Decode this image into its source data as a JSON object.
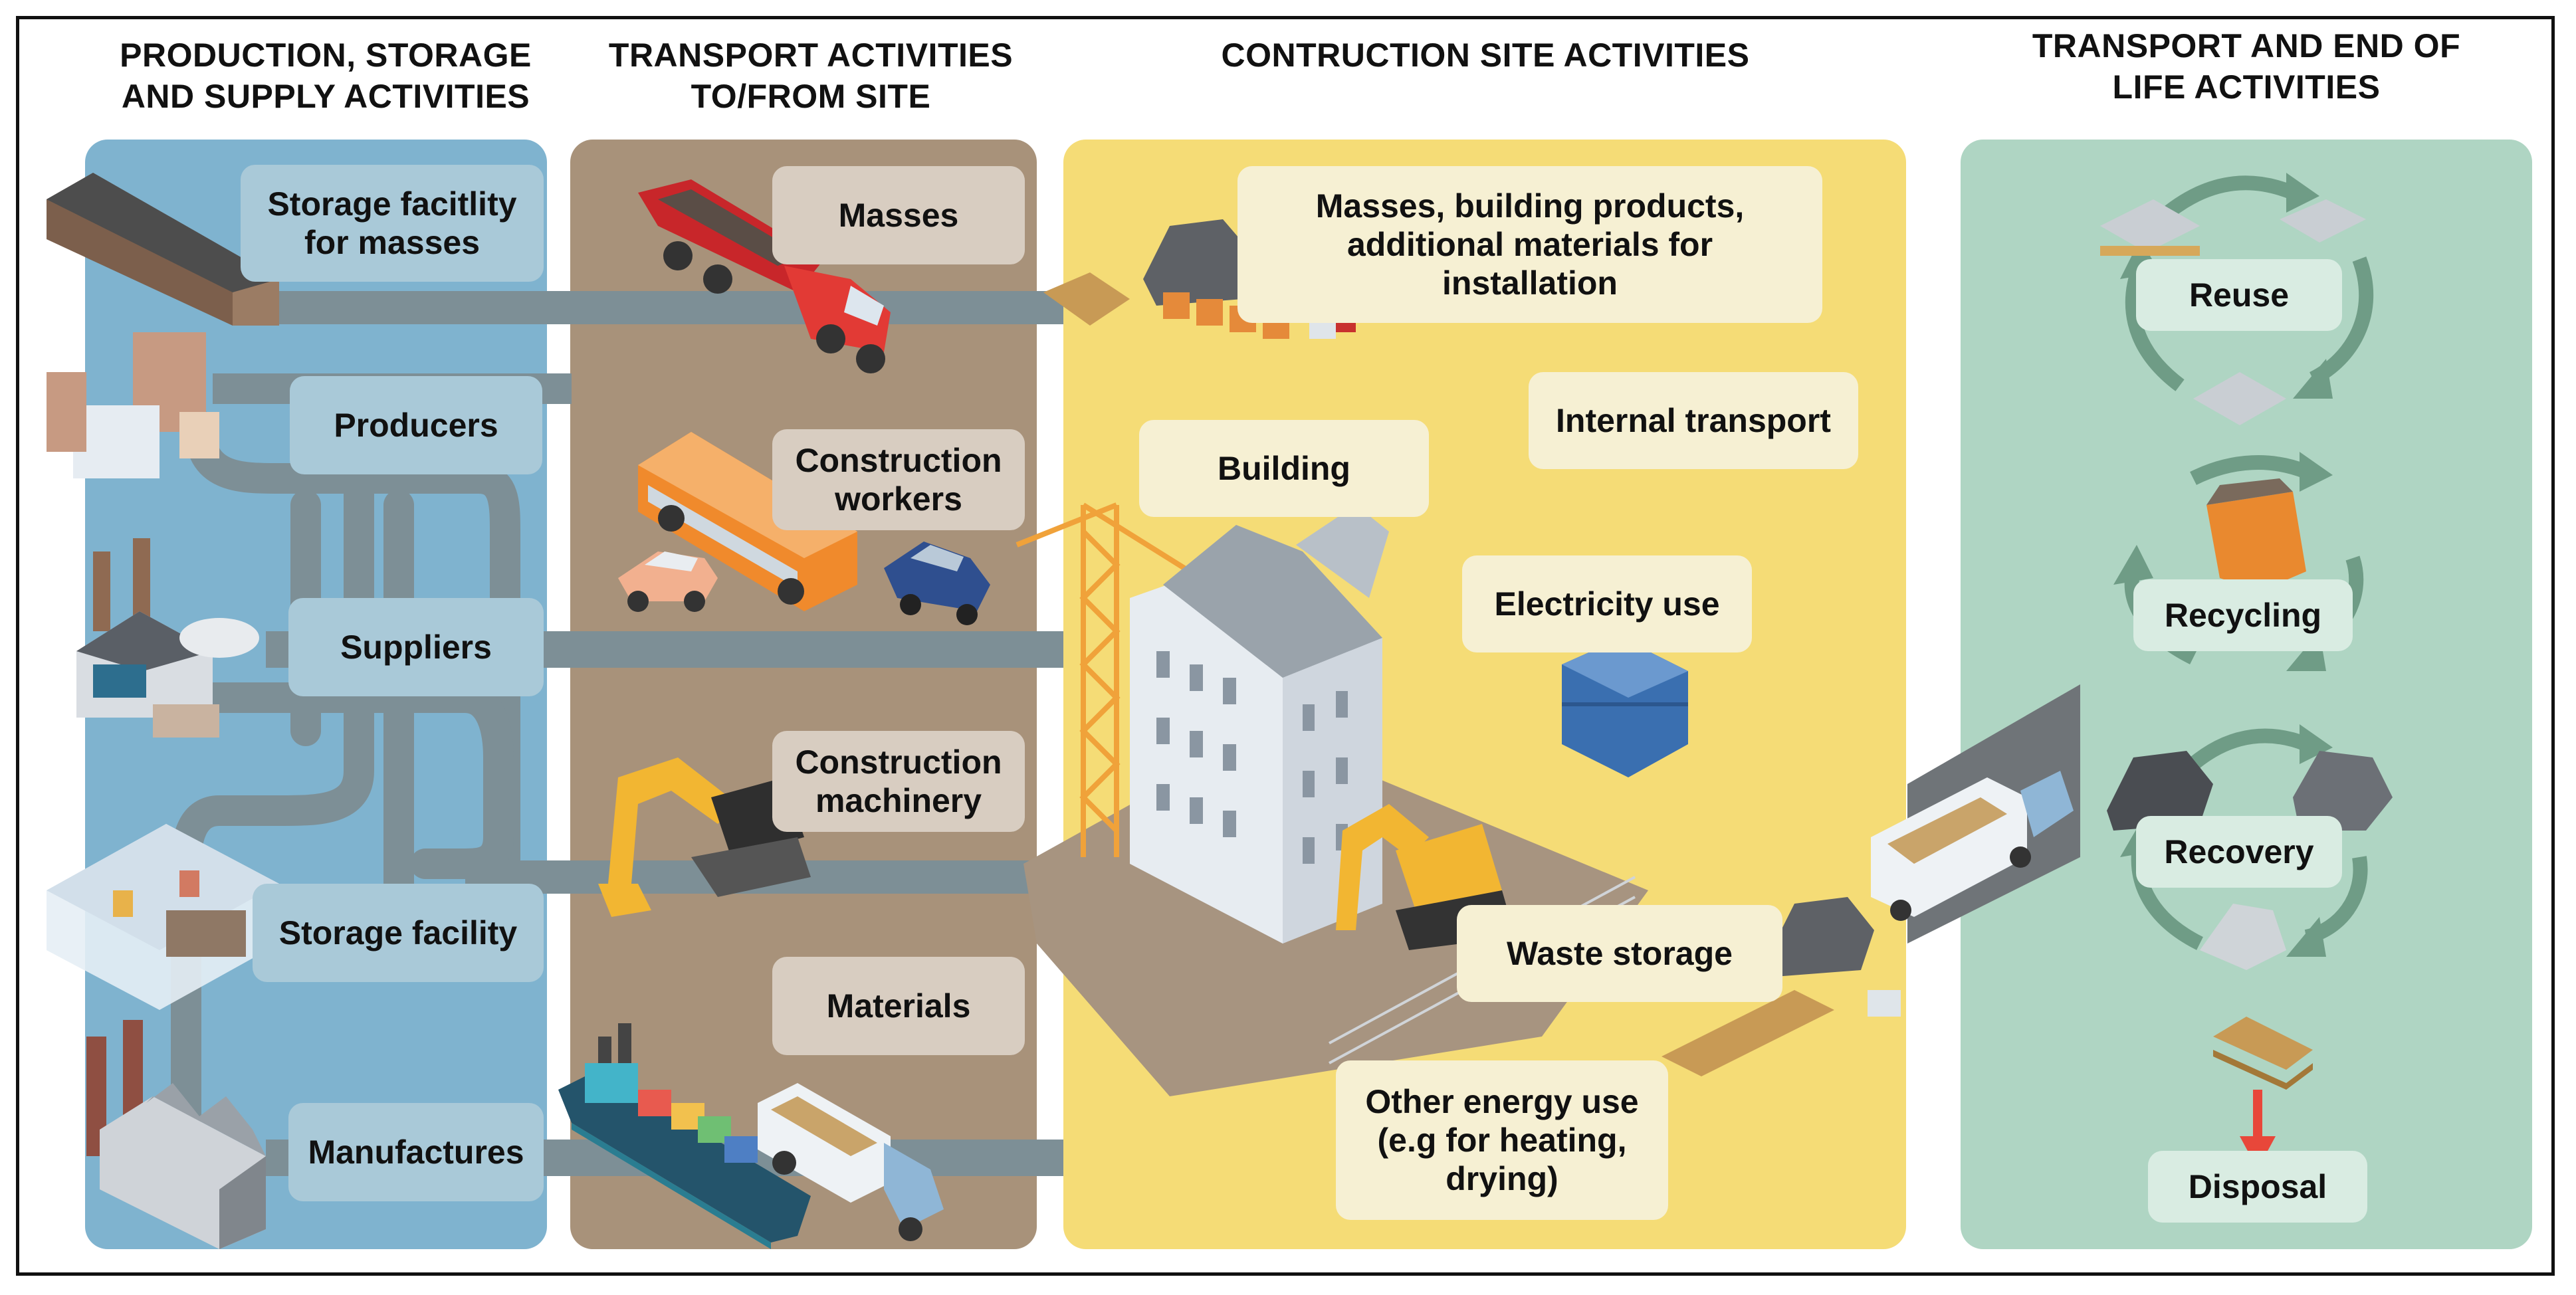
{
  "headers": {
    "production": "PRODUCTION, STORAGE\nAND SUPPLY ACTIVITIES",
    "transport": "TRANSPORT ACTIVITIES\nTO/FROM SITE",
    "construction": "CONTRUCTION SITE ACTIVITIES",
    "end_of_life": "TRANSPORT AND END OF\nLIFE ACTIVITIES"
  },
  "production_items": {
    "storage_masses": "Storage facitlity\nfor masses",
    "producers": "Producers",
    "suppliers": "Suppliers",
    "storage_facility": "Storage facility",
    "manufactures": "Manufactures"
  },
  "transport_items": {
    "masses": "Masses",
    "workers": "Construction\nworkers",
    "machinery": "Construction\nmachinery",
    "materials": "Materials"
  },
  "site_items": {
    "masses_products": "Masses, building products,\nadditional materials for\ninstallation",
    "internal_transport": "Internal transport",
    "building": "Building",
    "electricity": "Electricity use",
    "waste_storage": "Waste storage",
    "other_energy": "Other energy use\n(e.g for heating,\ndrying)"
  },
  "eol_items": {
    "reuse": "Reuse",
    "recycling": "Recycling",
    "recovery": "Recovery",
    "disposal": "Disposal"
  },
  "colors": {
    "production_panel": "#7fb3cf",
    "transport_panel": "#a8927a",
    "site_panel": "#f5dc76",
    "eol_panel": "#afd5c3",
    "road": "#7d8f96",
    "arrow_green": "#6f9c86",
    "disposal_arrow": "#e8473a"
  }
}
